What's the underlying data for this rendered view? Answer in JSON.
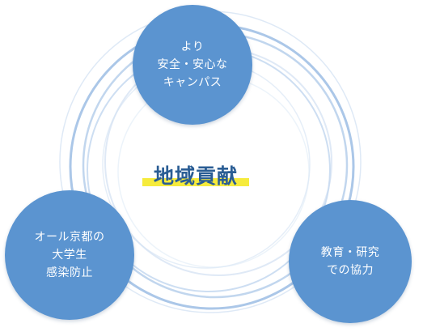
{
  "diagram": {
    "center_label": "地域貢献",
    "nodes": [
      {
        "id": "top",
        "lines": [
          "より",
          "安全・安心な",
          "キャンパス"
        ]
      },
      {
        "id": "left",
        "lines": [
          "オール京都の",
          "大学生",
          "感染防止"
        ]
      },
      {
        "id": "right",
        "lines": [
          "教育・研究",
          "での協力"
        ]
      }
    ]
  },
  "colors": {
    "bubble": "#5b94d0",
    "ring": "#8fb4e0",
    "center_text": "#2a5d94",
    "highlight": "#f6eb3c"
  }
}
